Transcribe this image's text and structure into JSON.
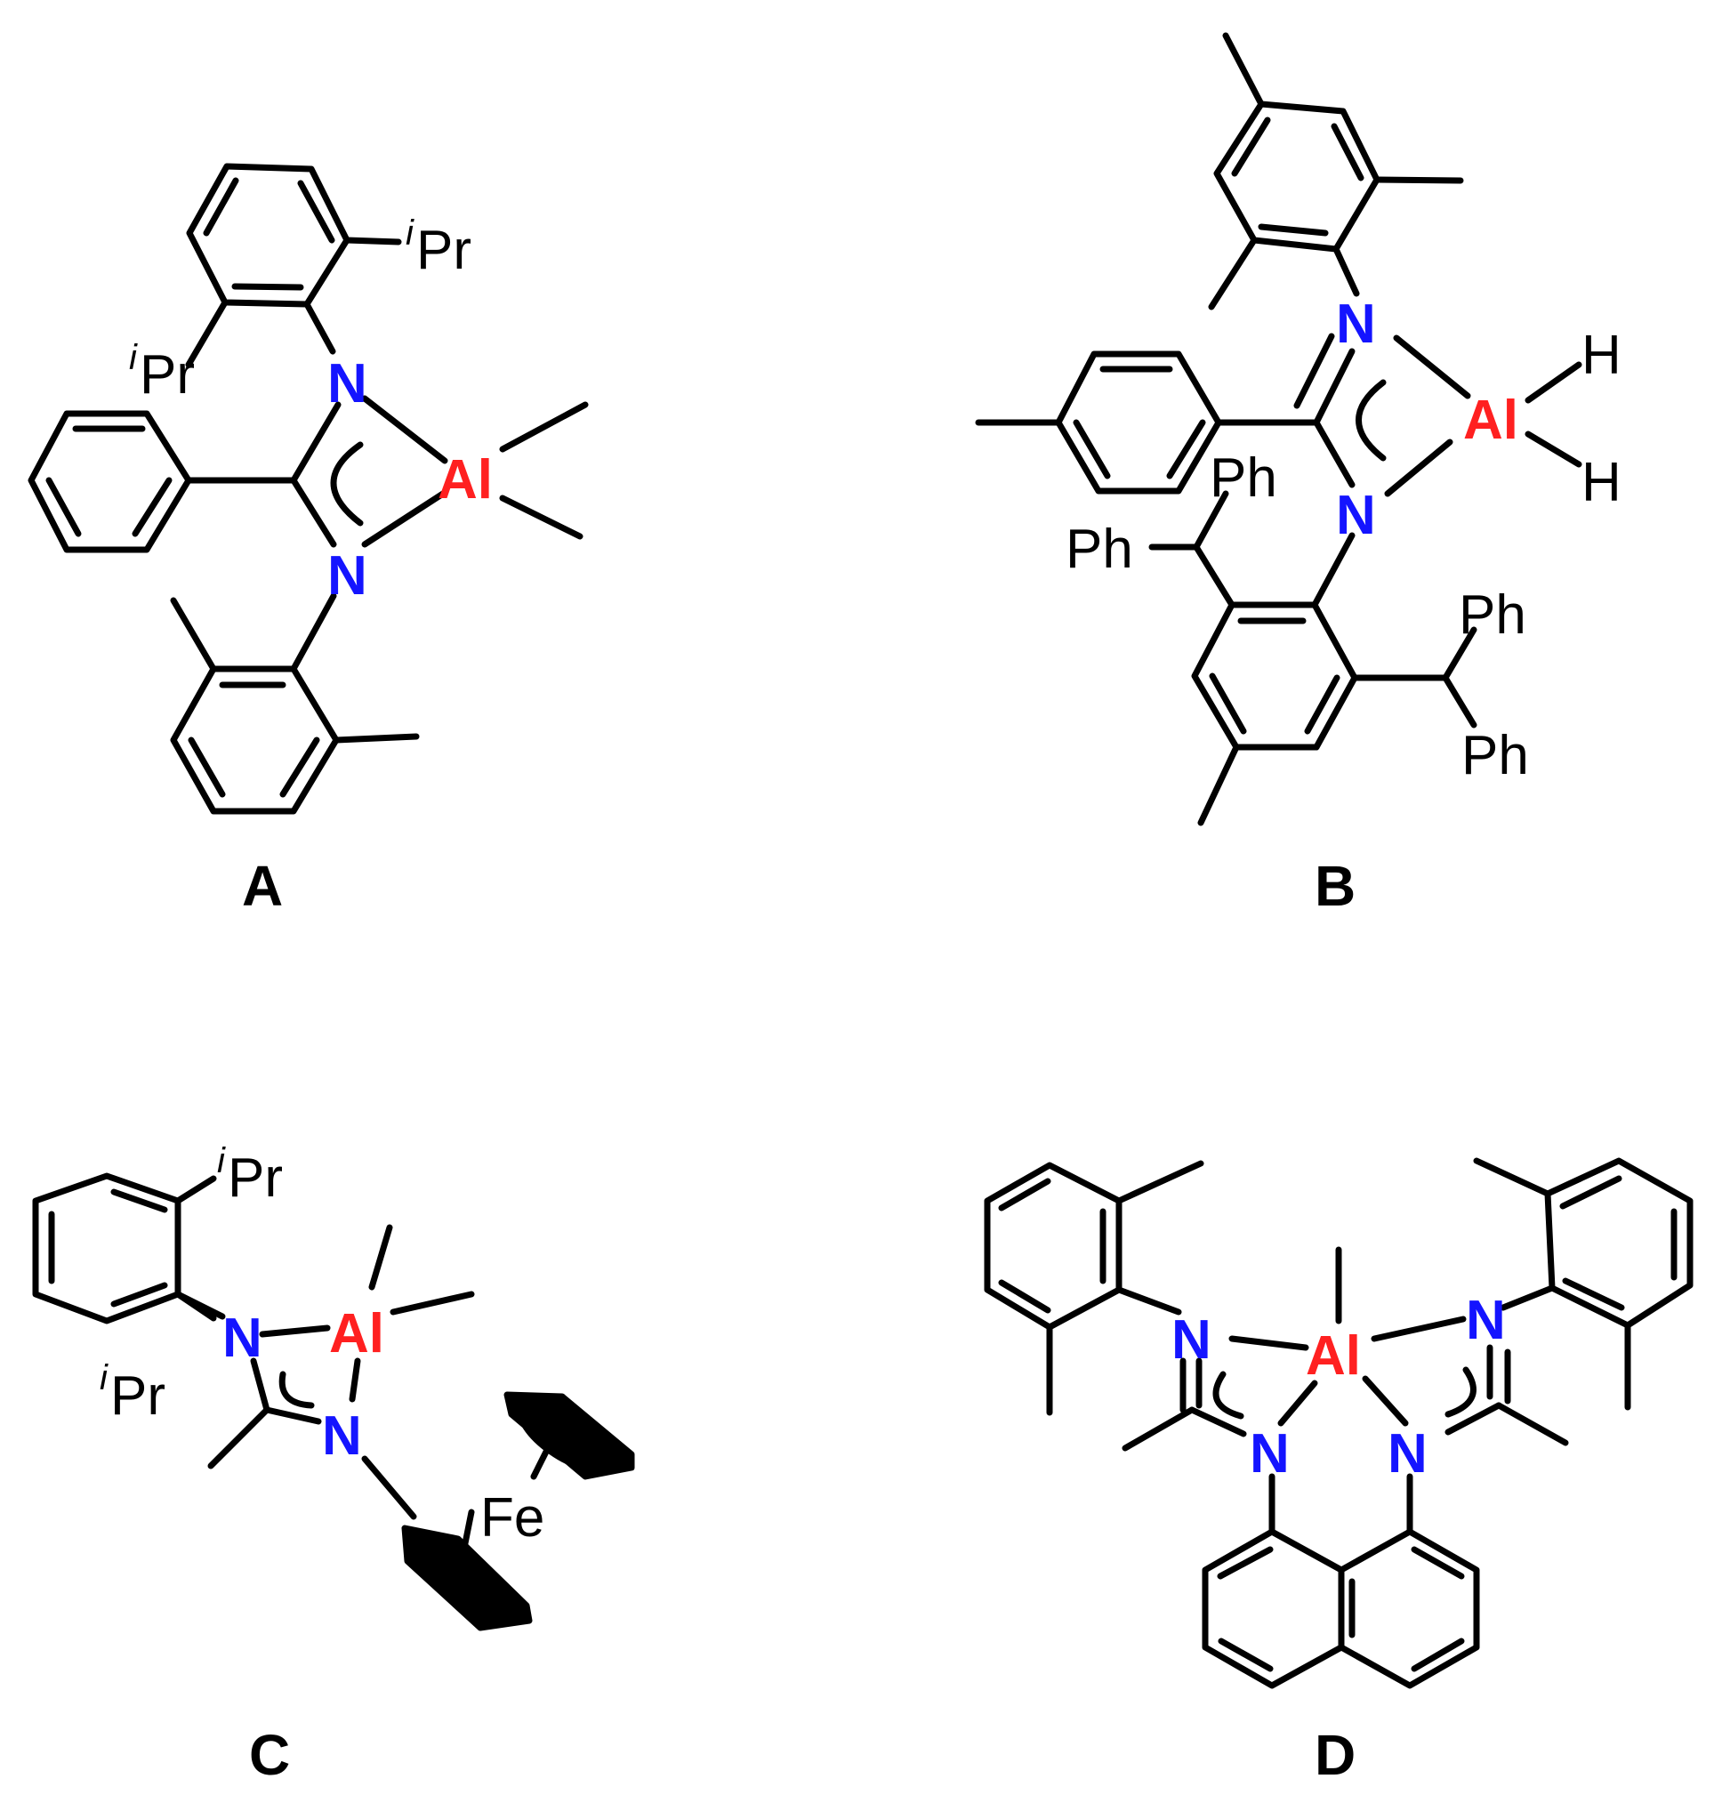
{
  "colors": {
    "nitrogen": "#1414ff",
    "aluminium": "#ff2020",
    "bond": "#000000"
  },
  "atoms": {
    "nitrogen": "N",
    "aluminium": "Al",
    "iron": "Fe",
    "hydrogen": "H",
    "phenyl": "Ph",
    "isopropyl_sup": "i",
    "isopropyl": "Pr"
  },
  "compounds": [
    {
      "label": "A"
    },
    {
      "label": "B"
    },
    {
      "label": "C"
    },
    {
      "label": "D"
    }
  ]
}
